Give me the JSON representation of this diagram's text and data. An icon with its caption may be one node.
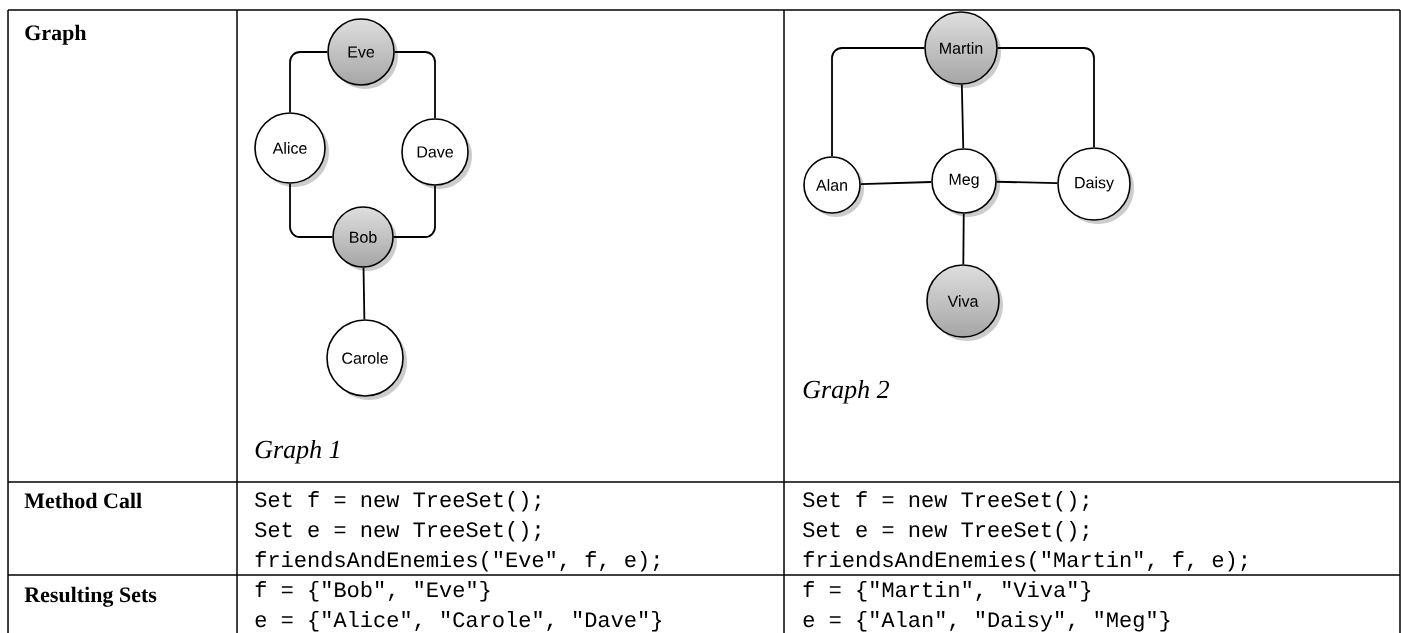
{
  "diagram": {
    "nodes": [
      {
        "text": [
          "Eve"
        ]
      },
      {
        "text": [
          "Alice"
        ]
      },
      {
        "text": [
          "Dave"
        ]
      },
      {
        "text": [
          "Bob"
        ]
      },
      {
        "text": [
          "Carole"
        ]
      },
      {
        "text": [
          "Martin"
        ]
      },
      {
        "text": [
          "Alan"
        ]
      },
      {
        "text": [
          "Meg"
        ]
      },
      {
        "text": [
          "Daisy"
        ]
      },
      {
        "text": [
          "Viva"
        ]
      }
    ],
    "edges": [
      {
        "from": 0,
        "to": 1,
        "arrow": "none"
      },
      {
        "from": 0,
        "to": 2,
        "arrow": "none"
      },
      {
        "from": 1,
        "to": 3,
        "arrow": "none"
      },
      {
        "from": 2,
        "to": 3,
        "arrow": "none"
      },
      {
        "from": 3,
        "to": 4,
        "arrow": "none"
      },
      {
        "from": 5,
        "to": 6,
        "arrow": "none"
      },
      {
        "from": 5,
        "to": 8,
        "arrow": "none"
      },
      {
        "from": 5,
        "to": 7,
        "arrow": "none"
      },
      {
        "from": 6,
        "to": 7,
        "arrow": "none"
      },
      {
        "from": 7,
        "to": 8,
        "arrow": "none"
      },
      {
        "from": 7,
        "to": 9,
        "arrow": "none"
      }
    ],
    "labels": [
      "Graph",
      "Graph 1",
      "Graph 2",
      "Method Call",
      "Set f = new TreeSet();",
      "Set e = new TreeSet();",
      "friendsAndEnemies(\"Eve\", f, e);",
      "Set f = new TreeSet();",
      "Set e = new TreeSet();",
      "friendsAndEnemies(\"Martin\", f, e);",
      "Resulting Sets",
      "f = {\"Bob\", \"Eve\"}",
      "e = {\"Alice\", \"Carole\", \"Dave\"}",
      "f = {\"Martin\", \"Viva\"}",
      "e = {\"Alan\", \"Daisy\", \"Meg\"}"
    ]
  }
}
